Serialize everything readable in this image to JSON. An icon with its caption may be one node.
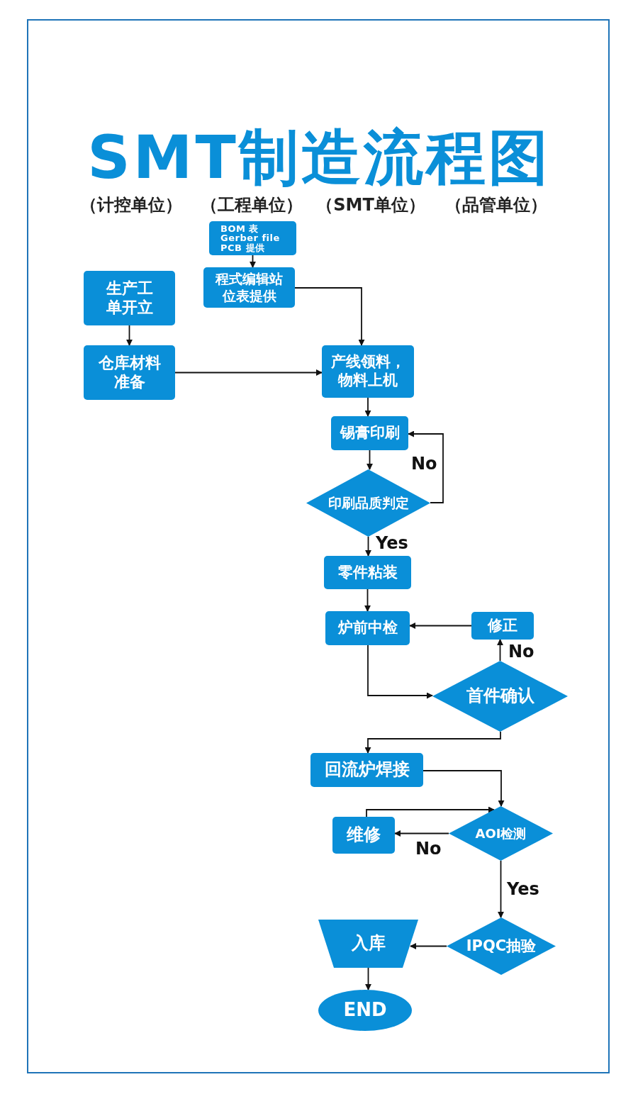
{
  "diagram": {
    "title": "SMT制造流程图",
    "nodes": [
      {
        "text": [
          "BOM 表 Gerber file PCB 提供"
        ]
      },
      {
        "text": [
          "程式编辑站位表提供"
        ]
      },
      {
        "text": [
          "生产工单开立"
        ]
      },
      {
        "text": [
          "仓库材料准备"
        ]
      },
      {
        "text": [
          "产线领料，物料上机"
        ]
      },
      {
        "text": [
          "锡膏印刷"
        ]
      },
      {
        "text": [
          "印刷品质判定"
        ]
      },
      {
        "text": [
          "零件粘装"
        ]
      },
      {
        "text": [
          "炉前中检"
        ]
      },
      {
        "text": [
          "修正"
        ]
      },
      {
        "text": [
          "首件确认"
        ]
      },
      {
        "text": [
          "回流炉焊接"
        ]
      },
      {
        "text": [
          "维修"
        ]
      },
      {
        "text": [
          "AOI检测"
        ]
      },
      {
        "text": [
          "IPQC抽验"
        ]
      },
      {
        "text": [
          "入库"
        ]
      },
      {
        "text": [
          "END"
        ]
      }
    ],
    "edges": [
      {
        "from": 0,
        "to": 1,
        "arrow": "to"
      },
      {
        "from": 1,
        "to": 4,
        "arrow": "to"
      },
      {
        "from": 2,
        "to": 3,
        "arrow": "to"
      },
      {
        "from": 3,
        "to": 4,
        "arrow": "to"
      },
      {
        "from": 4,
        "to": 5,
        "arrow": "to"
      },
      {
        "from": 5,
        "to": 6,
        "arrow": "to"
      },
      {
        "from": 6,
        "to": 5,
        "arrow": "to",
        "label": "No"
      },
      {
        "from": 6,
        "to": 7,
        "arrow": "to",
        "label": "Yes"
      },
      {
        "from": 7,
        "to": 8,
        "arrow": "to"
      },
      {
        "from": 9,
        "to": 8,
        "arrow": "to"
      },
      {
        "from": 10,
        "to": 9,
        "arrow": "to",
        "label": "No"
      },
      {
        "from": 8,
        "to": 10,
        "arrow": "to"
      },
      {
        "from": 10,
        "to": 11,
        "arrow": "to"
      },
      {
        "from": 11,
        "to": 13,
        "arrow": "to"
      },
      {
        "from": 13,
        "to": 12,
        "arrow": "to",
        "label": "No"
      },
      {
        "from": 12,
        "to": 13,
        "arrow": "to"
      },
      {
        "from": 13,
        "to": 14,
        "arrow": "to",
        "label": "Yes"
      },
      {
        "from": 14,
        "to": 15,
        "arrow": "to"
      },
      {
        "from": 15,
        "to": 16,
        "arrow": "to"
      }
    ],
    "labels": [
      "（计控单位）",
      "（工程单位）",
      "（SMT单位）",
      "（品管单位）"
    ]
  }
}
